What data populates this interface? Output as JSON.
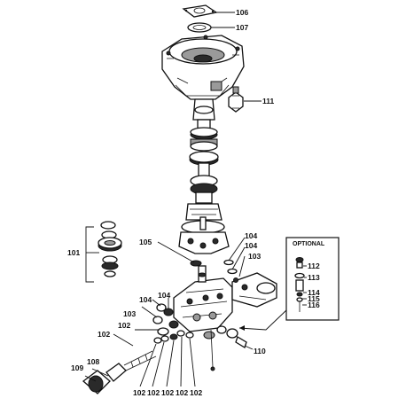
{
  "callouts": {
    "c106": "106",
    "c107": "107",
    "c111": "111",
    "c105": "105",
    "c104a": "104",
    "c104b": "104",
    "c103a": "103",
    "c101": "101",
    "c104c": "104",
    "c104d": "104",
    "c103b": "103",
    "c102a": "102",
    "c102b": "102",
    "c110": "110",
    "c108": "108",
    "c109": "109",
    "bottom_row": [
      "102",
      "102",
      "102",
      "102",
      "102"
    ]
  },
  "optional_box": {
    "title": "OPTIONAL",
    "labels": [
      "112",
      "113",
      "114",
      "115",
      "116"
    ]
  },
  "colors": {
    "line": "#111111",
    "background": "#ffffff",
    "shade": "#2a2a2a"
  }
}
